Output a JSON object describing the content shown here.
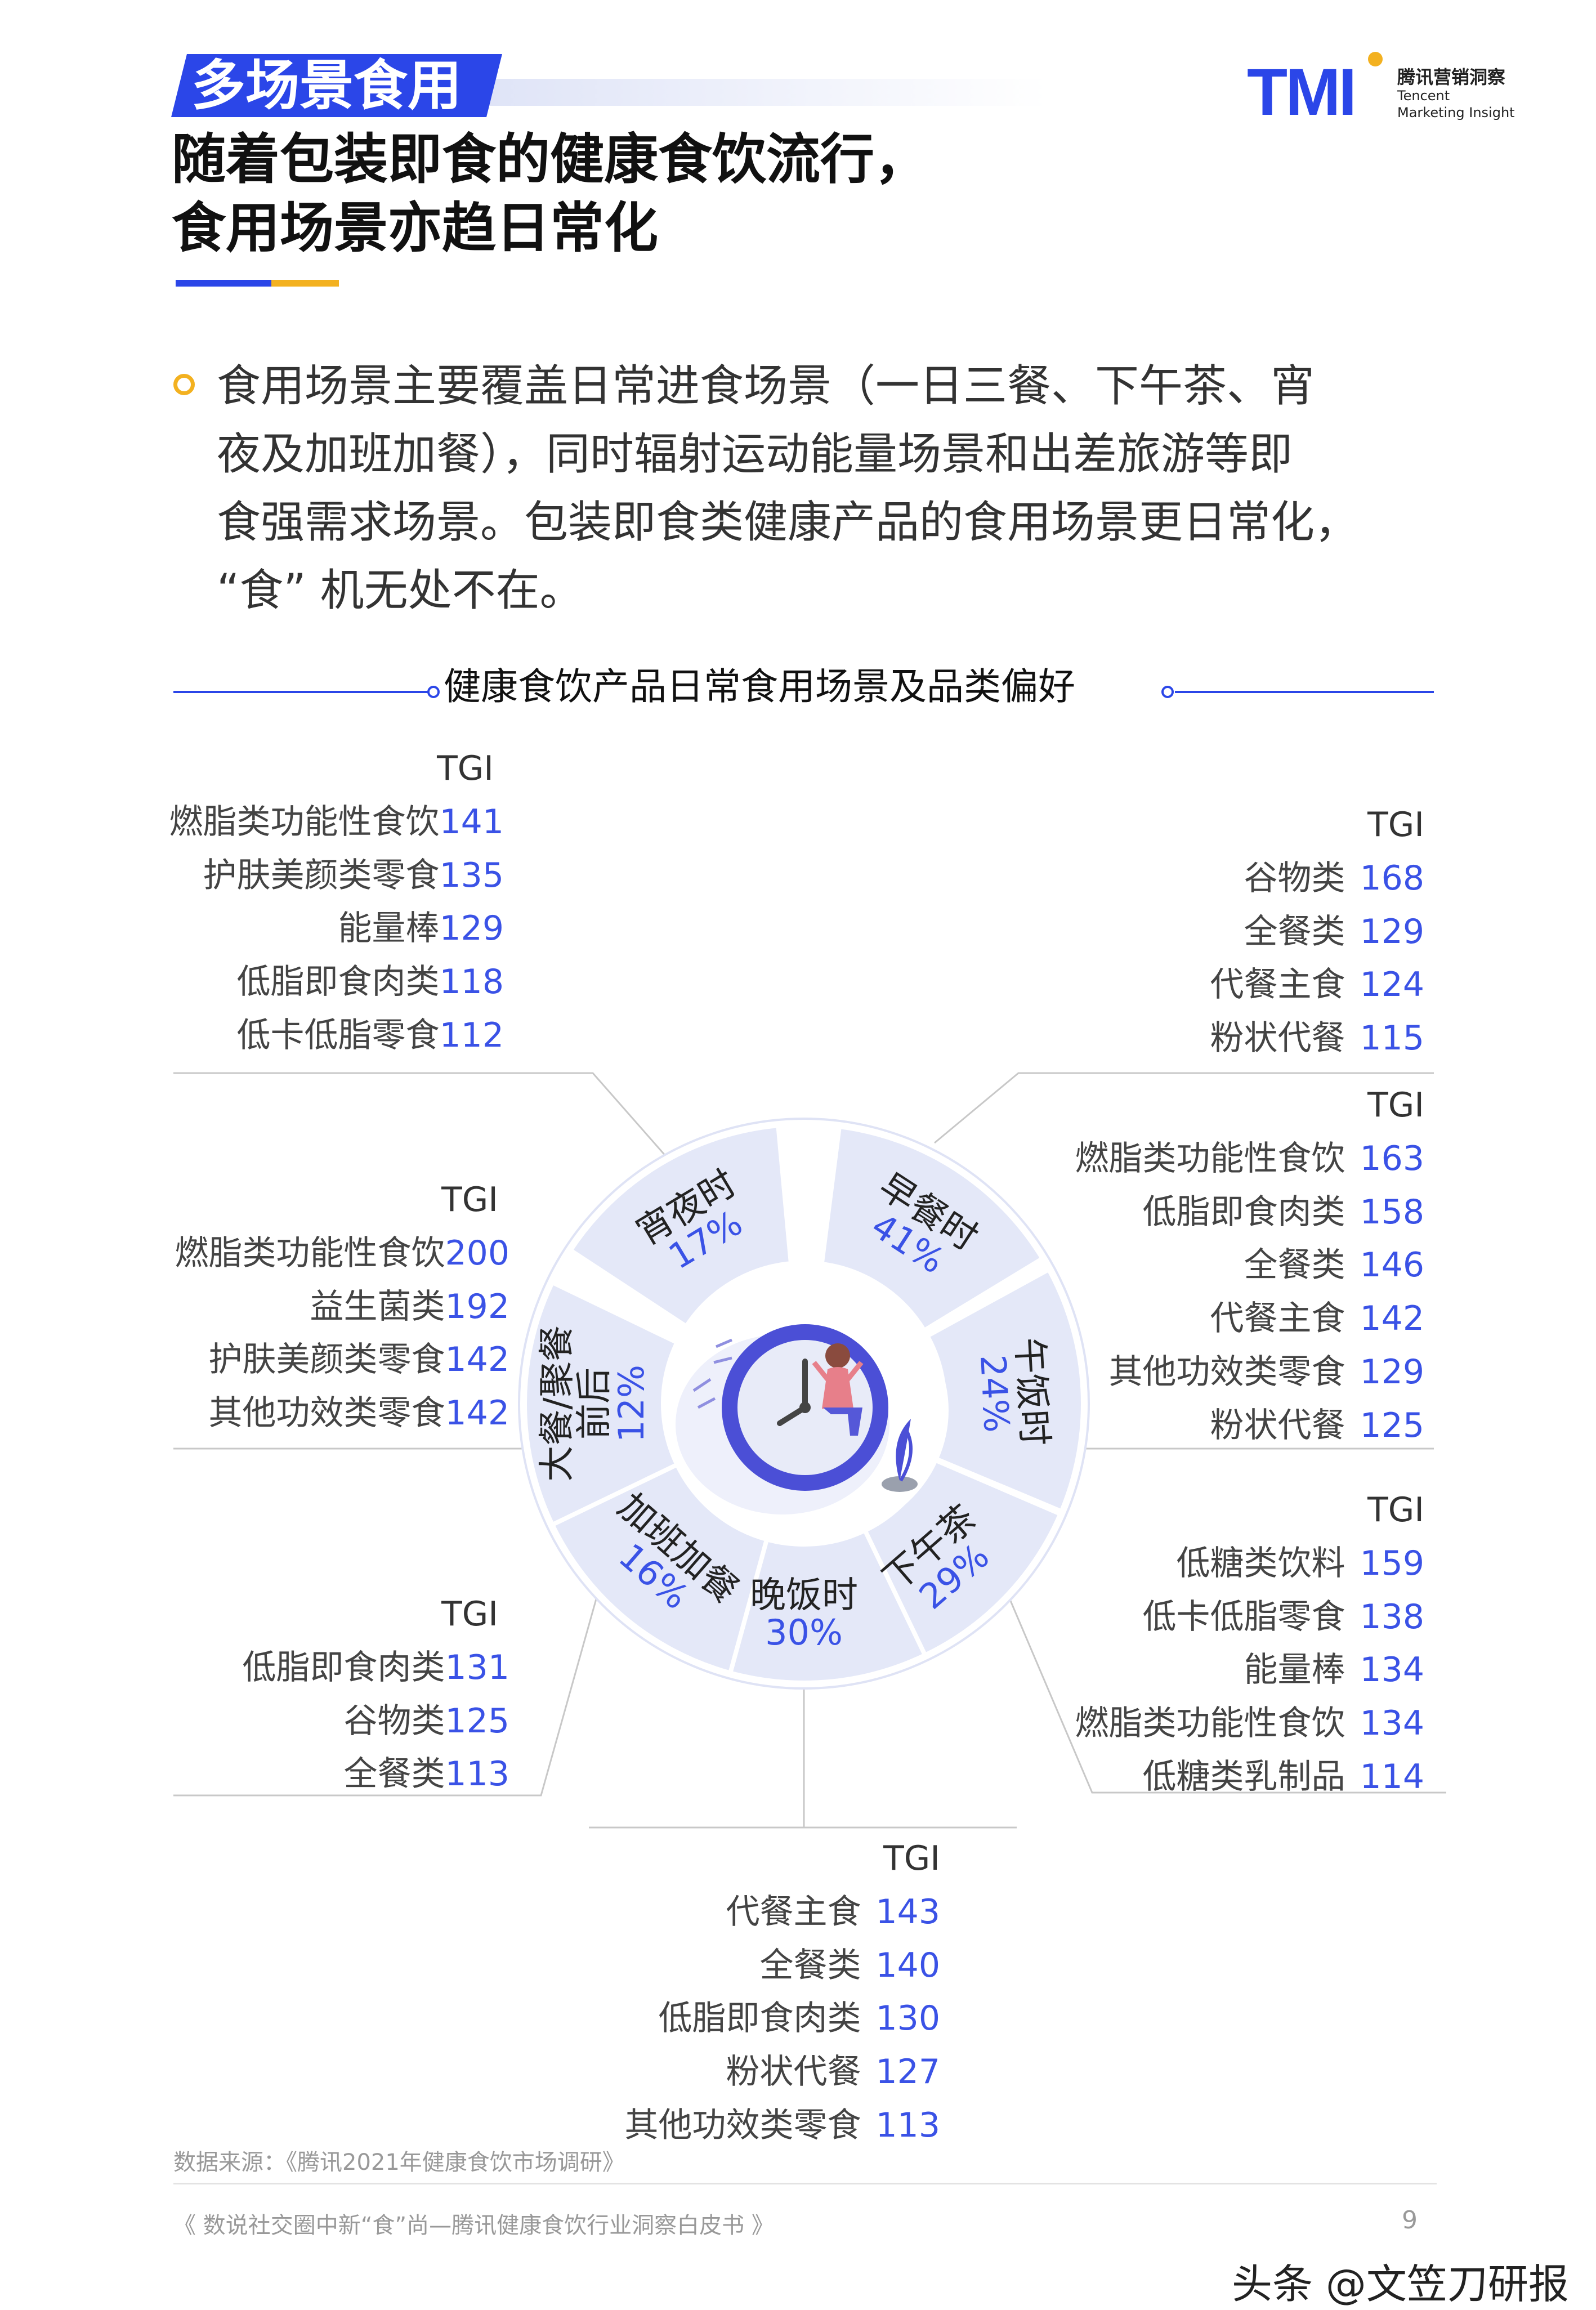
{
  "header": {
    "tag": "多场景食用",
    "headline_lines": [
      "随着包装即食的健康食饮流行，",
      "食用场景亦趋日常化"
    ],
    "logo": {
      "mark": "TMI",
      "cn": "腾讯营销洞察",
      "en_line1": "Tencent",
      "en_line2": "Marketing Insight"
    }
  },
  "body": {
    "paragraph_lines": [
      "食用场景主要覆盖日常进食场景（一日三餐、下午茶、宵",
      "夜及加班加餐），同时辐射运动能量场景和出差旅游等即",
      "食强需求场景。包装即食类健康产品的食用场景更日常化，",
      "“食” 机无处不在。"
    ]
  },
  "chart_title": "健康食饮产品日常食用场景及品类偏好",
  "tgi_header": "TGI",
  "chart_data": {
    "type": "pie",
    "segments": [
      {
        "name": "早餐时",
        "pct_label": "41%",
        "value": 41
      },
      {
        "name": "午饭时",
        "pct_label": "24%",
        "value": 24
      },
      {
        "name": "下午茶",
        "pct_label": "29%",
        "value": 29
      },
      {
        "name": "晚饭时",
        "pct_label": "30%",
        "value": 30
      },
      {
        "name": "加班加餐",
        "pct_label": "16%",
        "value": 16
      },
      {
        "name": "大餐/聚餐前后",
        "name_line1": "大餐/聚餐",
        "name_line2": "前后",
        "pct_label": "12%",
        "value": 12
      },
      {
        "name": "宵夜时",
        "pct_label": "17%",
        "value": 17
      }
    ],
    "tgi": {
      "宵夜时": [
        [
          "燃脂类功能性食饮",
          "141"
        ],
        [
          "护肤美颜类零食",
          "135"
        ],
        [
          "能量棒",
          "129"
        ],
        [
          "低脂即食肉类",
          "118"
        ],
        [
          "低卡低脂零食",
          "112"
        ]
      ],
      "早餐时": [
        [
          "谷物类",
          "168"
        ],
        [
          "全餐类",
          "129"
        ],
        [
          "代餐主食",
          "124"
        ],
        [
          "粉状代餐",
          "115"
        ]
      ],
      "大餐/聚餐前后": [
        [
          "燃脂类功能性食饮",
          "200"
        ],
        [
          "益生菌类",
          "192"
        ],
        [
          "护肤美颜类零食",
          "142"
        ],
        [
          "其他功效类零食",
          "142"
        ]
      ],
      "午饭时": [
        [
          "燃脂类功能性食饮",
          "163"
        ],
        [
          "低脂即食肉类",
          "158"
        ],
        [
          "全餐类",
          "146"
        ],
        [
          "代餐主食",
          "142"
        ],
        [
          "其他功效类零食",
          "129"
        ],
        [
          "粉状代餐",
          "125"
        ]
      ],
      "加班加餐": [
        [
          "低脂即食肉类",
          "131"
        ],
        [
          "谷物类",
          "125"
        ],
        [
          "全餐类",
          "113"
        ]
      ],
      "下午茶": [
        [
          "低糖类饮料",
          "159"
        ],
        [
          "低卡低脂零食",
          "138"
        ],
        [
          "能量棒",
          "134"
        ],
        [
          "燃脂类功能性食饮",
          "134"
        ],
        [
          "低糖类乳制品",
          "114"
        ]
      ],
      "晚饭时": [
        [
          "代餐主食",
          "143"
        ],
        [
          "全餐类",
          "140"
        ],
        [
          "低脂即食肉类",
          "130"
        ],
        [
          "粉状代餐",
          "127"
        ],
        [
          "其他功效类零食",
          "113"
        ]
      ]
    }
  },
  "footer": {
    "source": "数据来源：《腾讯2021年健康食饮市场调研》",
    "report": "《 数说社交圈中新“食”尚—腾讯健康食饮行业洞察白皮书 》",
    "page": "9",
    "watermark": "头条 @文笠刀研报"
  },
  "colors": {
    "accent_blue": "#2b46e8",
    "accent_yellow": "#f3b120",
    "value_blue": "#3a52e6",
    "ring_fill": "#e4e8f8",
    "ring_edge": "#ffffff"
  }
}
